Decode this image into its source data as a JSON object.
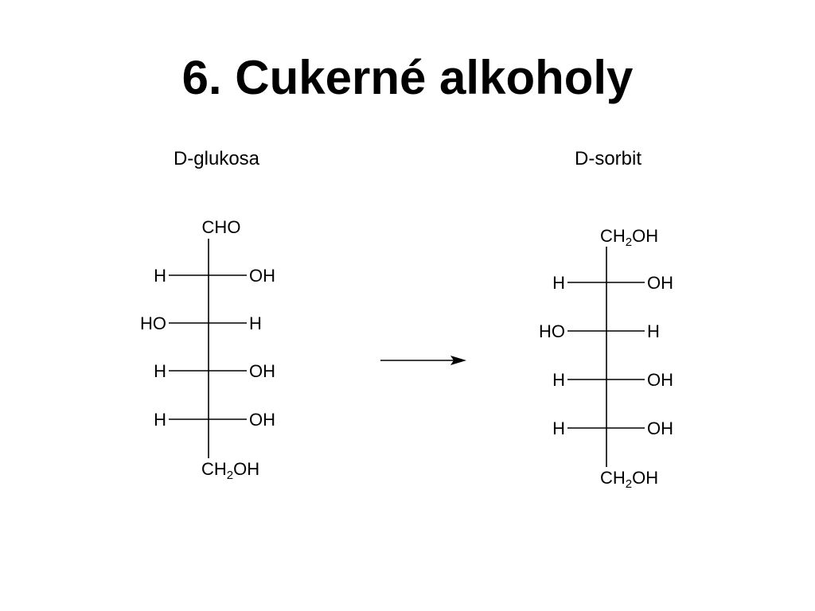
{
  "slide": {
    "title": "6. Cukerné alkoholy"
  },
  "glucose": {
    "name": "D-glukosa",
    "top_group": "CHO",
    "bottom_group": {
      "main": "CH",
      "sub": "2",
      "tail": "OH"
    },
    "rows": [
      {
        "left": "H",
        "right": "OH"
      },
      {
        "left": "HO",
        "right": "H"
      },
      {
        "left": "H",
        "right": "OH"
      },
      {
        "left": "H",
        "right": "OH"
      }
    ]
  },
  "sorbitol": {
    "name": "D-sorbit",
    "top_group": {
      "main": "CH",
      "sub": "2",
      "tail": "OH"
    },
    "bottom_group": {
      "main": "CH",
      "sub": "2",
      "tail": "OH"
    },
    "rows": [
      {
        "left": "H",
        "right": "OH"
      },
      {
        "left": "HO",
        "right": "H"
      },
      {
        "left": "H",
        "right": "OH"
      },
      {
        "left": "H",
        "right": "OH"
      }
    ]
  },
  "colors": {
    "ink": "#000000",
    "background": "#ffffff"
  }
}
